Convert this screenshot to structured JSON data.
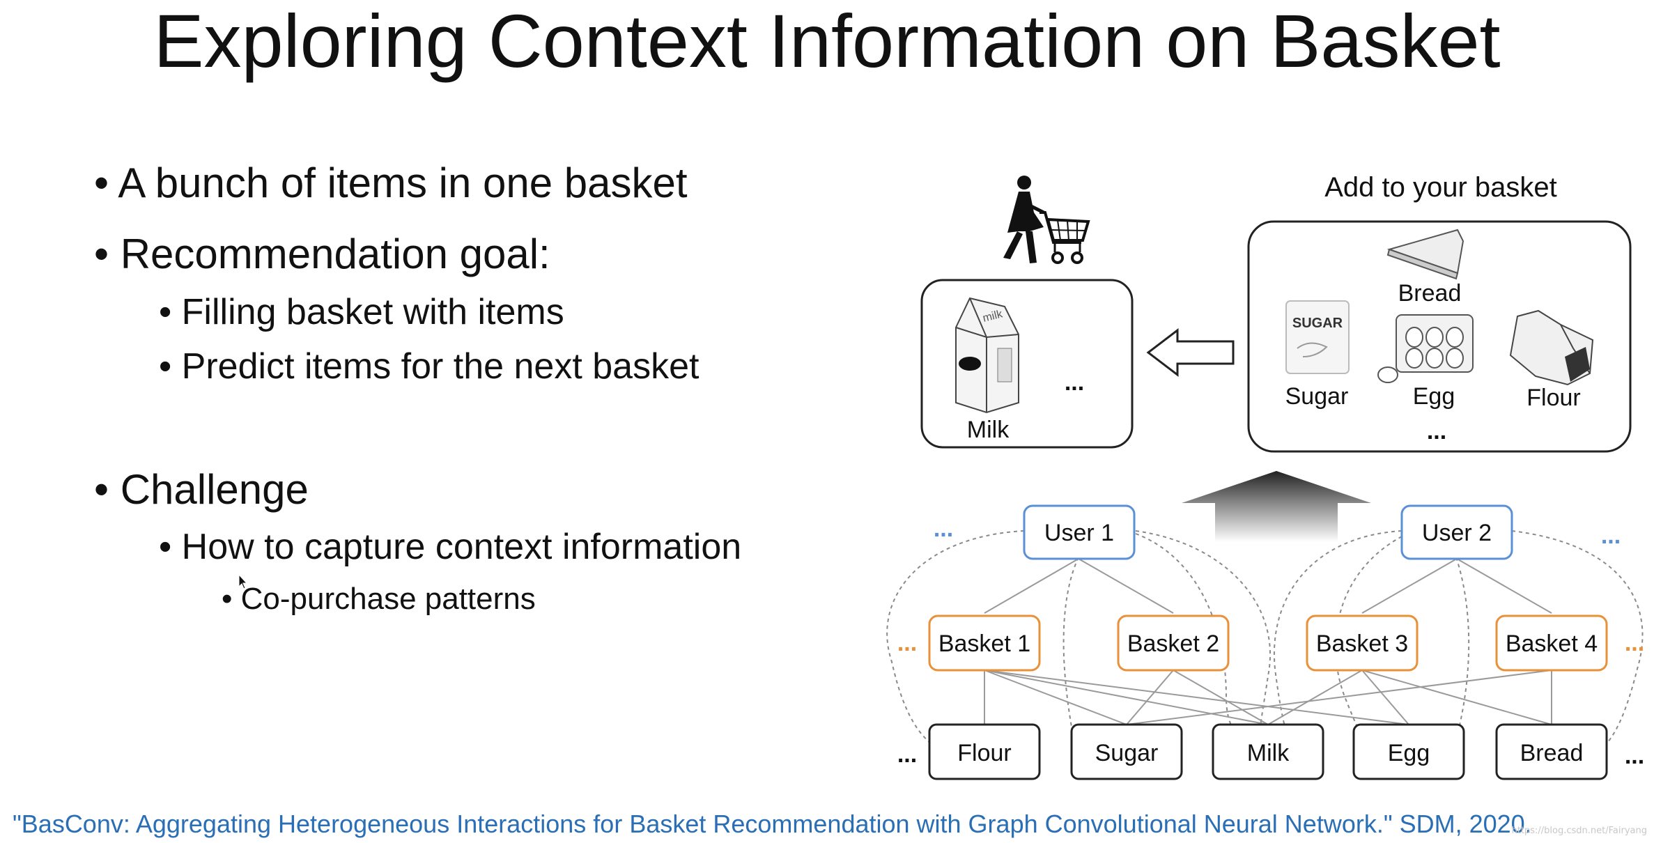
{
  "title": "Exploring Context Information on Basket",
  "bullets": {
    "b1": "A bunch of items in one basket",
    "b2": "Recommendation goal:",
    "b2_1": "Filling basket with items",
    "b2_2": "Predict items for the next basket",
    "b3": "Challenge",
    "b3_1": "How to capture context information",
    "b3_1_1": "Co-purchase patterns"
  },
  "diagram": {
    "add_heading": "Add to your basket",
    "basket_item": "Milk",
    "basket_ellipsis": "...",
    "add_items": [
      "Bread",
      "Sugar",
      "Egg",
      "Flour"
    ],
    "add_ellipsis": "...",
    "sugar_bag_text": "SUGAR",
    "milk_carton_text": "milk",
    "users": [
      "User 1",
      "User 2"
    ],
    "baskets": [
      "Basket 1",
      "Basket 2",
      "Basket 3",
      "Basket 4"
    ],
    "items": [
      "Flour",
      "Sugar",
      "Milk",
      "Egg",
      "Bread"
    ],
    "ellipsis": "...",
    "colors": {
      "user_border": "#5b8fd6",
      "basket_border": "#e8913a",
      "item_border": "#222222",
      "citation": "#2a6fb5"
    }
  },
  "citation": "\"BasConv: Aggregating Heterogeneous Interactions for Basket Recommendation with Graph Convolutional Neural Network.\"  SDM, 2020.",
  "watermark": "https://blog.csdn.net/Fairyang"
}
